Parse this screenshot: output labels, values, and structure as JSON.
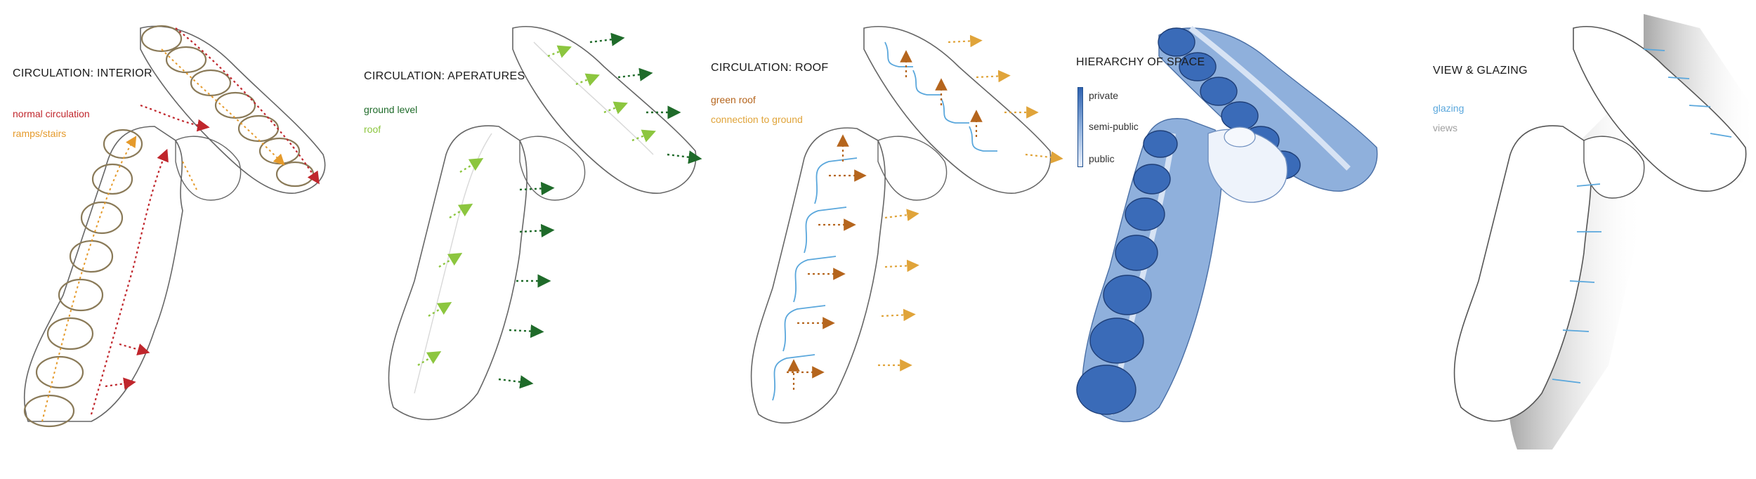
{
  "panels": [
    {
      "title": "CIRCULATION: INTERIOR",
      "legend": [
        {
          "label": "normal circulation",
          "color": "#c0262c"
        },
        {
          "label": "ramps/stairs",
          "color": "#e59a2b"
        }
      ]
    },
    {
      "title": "CIRCULATION: APERATURES",
      "legend": [
        {
          "label": "ground level",
          "color": "#1f6b2a"
        },
        {
          "label": "roof",
          "color": "#8cc63f"
        }
      ]
    },
    {
      "title": "CIRCULATION: ROOF",
      "legend": [
        {
          "label": "green roof",
          "color": "#b5651d"
        },
        {
          "label": "connection to ground",
          "color": "#e0a43a"
        }
      ]
    },
    {
      "title": "HIERARCHY OF SPACE",
      "legend": [
        {
          "label": "private",
          "color": "#2f62b0"
        },
        {
          "label": "semi-public",
          "color": "#8fb0dc"
        },
        {
          "label": "public",
          "color": "#eaf0fa"
        }
      ]
    },
    {
      "title": "VIEW & GLAZING",
      "legend": [
        {
          "label": "glazing",
          "color": "#5aa7dc"
        },
        {
          "label": "views",
          "color": "#a0a0a0"
        }
      ]
    }
  ]
}
